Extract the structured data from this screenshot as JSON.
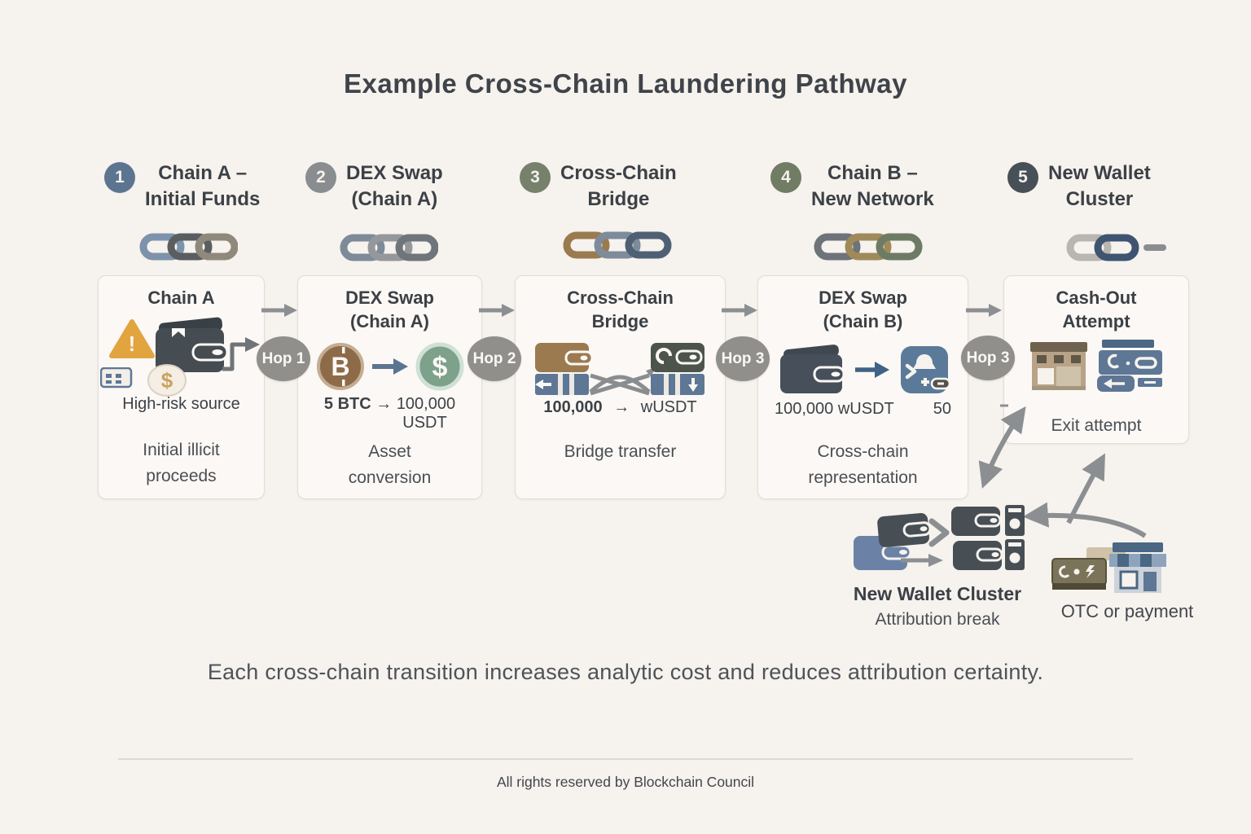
{
  "title": "Example Cross-Chain Laundering Pathway",
  "steps": [
    {
      "num": "1",
      "line1": "Chain A –",
      "line2": "Initial Funds"
    },
    {
      "num": "2",
      "line1": "DEX Swap",
      "line2": "(Chain A)"
    },
    {
      "num": "3",
      "line1": "Cross-Chain",
      "line2": "Bridge"
    },
    {
      "num": "4",
      "line1": "Chain B –",
      "line2": "New Network"
    },
    {
      "num": "5",
      "line1": "New Wallet",
      "line2": "Cluster"
    }
  ],
  "hops": {
    "hop1": "Hop 1",
    "hop2": "Hop 2",
    "hop3": "Hop 3",
    "hop4": "Hop 3"
  },
  "cards": {
    "chain_a": {
      "title": "Chain A",
      "value": "High-risk source",
      "caption1": "Initial illicit",
      "caption2": "proceeds"
    },
    "dex_a": {
      "title1": "DEX Swap",
      "title2": "(Chain A)",
      "amount_from": "5 BTC",
      "arrow": "→",
      "amount_to1": "100,000",
      "amount_to2": "USDT",
      "caption1": "Asset",
      "caption2": "conversion"
    },
    "bridge": {
      "title1": "Cross-Chain",
      "title2": "Bridge",
      "amount_from": "100,000",
      "arrow": "→",
      "amount_to": "wUSDT",
      "caption": "Bridge transfer"
    },
    "dex_b": {
      "title1": "DEX Swap",
      "title2": "(Chain B)",
      "value_left": "100,000 wUSDT",
      "value_right": "50",
      "caption1": "Cross-chain",
      "caption2": "representation"
    },
    "cashout": {
      "title1": "Cash-Out",
      "title2": "Attempt",
      "caption": "Exit attempt"
    }
  },
  "cluster": {
    "title": "New Wallet Cluster",
    "subtitle": "Attribution break"
  },
  "otc_label": "OTC or payment",
  "note": "Each cross-chain transition increases analytic cost and reduces attribution certainty.",
  "footer": "All rights reserved by Blockchain Council",
  "glyphs": {
    "bitcoin": "B",
    "dollar": "$",
    "warning": "!"
  },
  "colors": {
    "background": "#f6f2ee",
    "card_bg": "#fbf8f5",
    "step1_circle": "#5b7590",
    "step2_circle": "#8a8d8f",
    "step3_circle": "#77806b",
    "step4_circle": "#717c64",
    "step5_circle": "#474f57",
    "hop_badge": "#908f8c",
    "arrow_gray": "#8c8f92",
    "warning_orange": "#e2a43f",
    "bitcoin_brown": "#8d6b49",
    "dollar_green": "#7da18b",
    "wallet_dark": "#454c52",
    "wallet_blue": "#6b82a6",
    "bridge_brown": "#9c7a50",
    "bridge_blue": "#5d7795"
  }
}
